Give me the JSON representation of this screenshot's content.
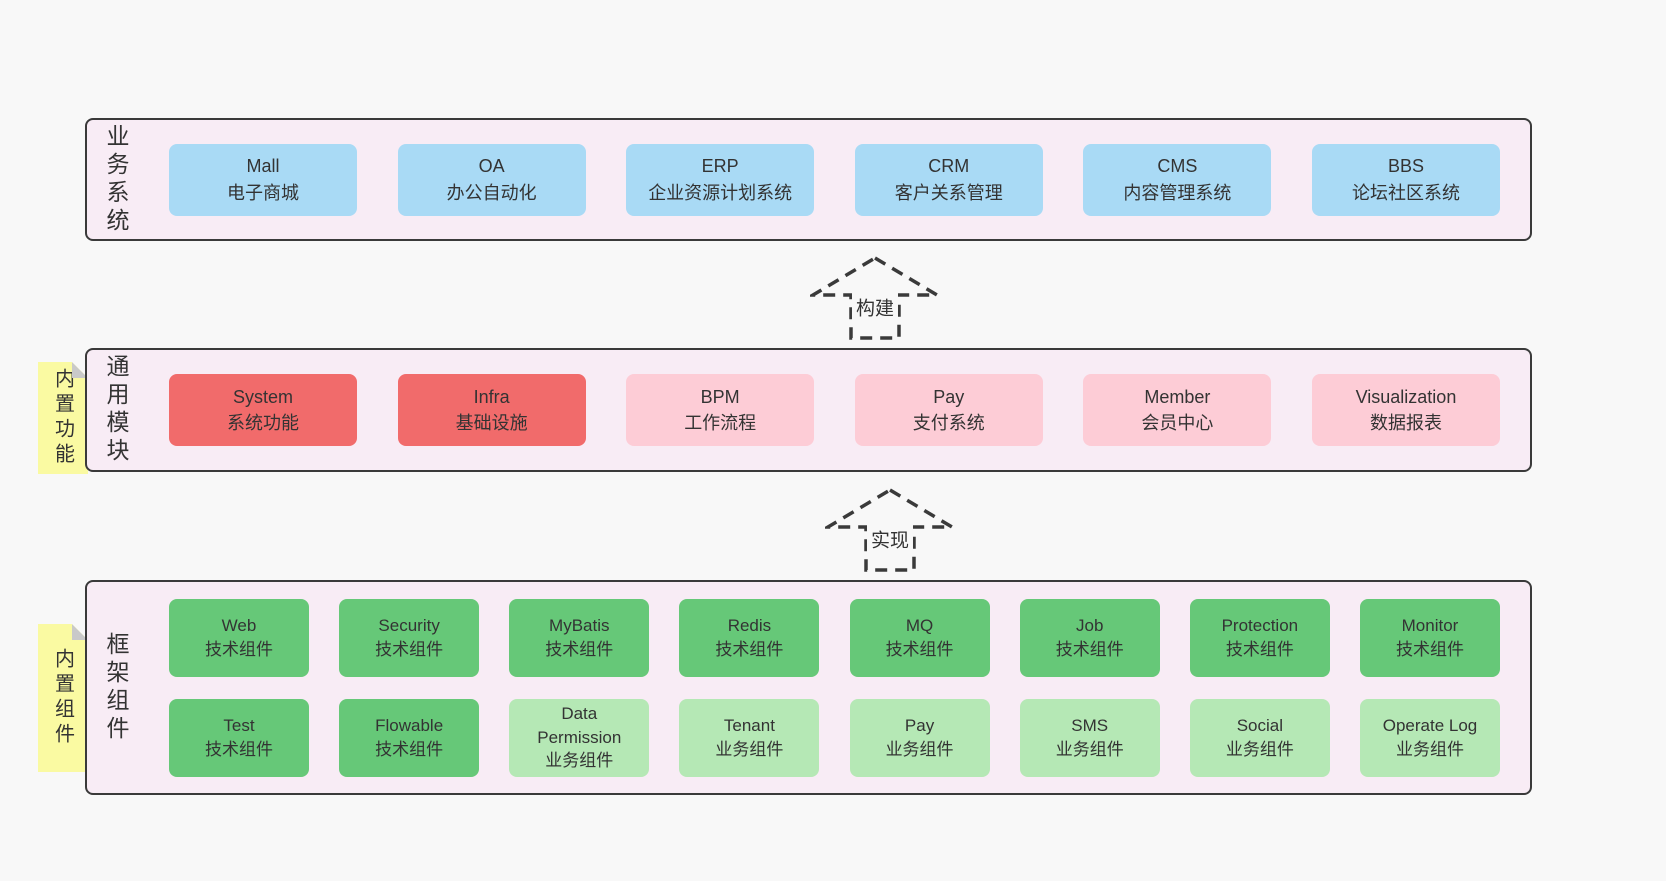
{
  "palette": {
    "page_bg": "#f8f8f8",
    "band_bg": "#f8ecf5",
    "band_border": "#3a3a3a",
    "text": "#333333",
    "blue": "#a9daf5",
    "red": "#f16b6b",
    "pink": "#fdccd6",
    "green": "#66c878",
    "lightgreen": "#b5e8b5",
    "sticky_yellow": "#fafaa2",
    "sticky_fold": "#c9c9c9"
  },
  "arrows": [
    {
      "label": "构建"
    },
    {
      "label": "实现"
    }
  ],
  "bands": [
    {
      "label": "业务系统",
      "rows": [
        [
          {
            "title": "Mall",
            "subtitle": "电子商城",
            "color": "blue"
          },
          {
            "title": "OA",
            "subtitle": "办公自动化",
            "color": "blue"
          },
          {
            "title": "ERP",
            "subtitle": "企业资源计划系统",
            "color": "blue"
          },
          {
            "title": "CRM",
            "subtitle": "客户关系管理",
            "color": "blue"
          },
          {
            "title": "CMS",
            "subtitle": "内容管理系统",
            "color": "blue"
          },
          {
            "title": "BBS",
            "subtitle": "论坛社区系统",
            "color": "blue"
          }
        ]
      ]
    },
    {
      "label": "通用模块",
      "sticky": "内置功能",
      "rows": [
        [
          {
            "title": "System",
            "subtitle": "系统功能",
            "color": "red"
          },
          {
            "title": "Infra",
            "subtitle": "基础设施",
            "color": "red"
          },
          {
            "title": "BPM",
            "subtitle": "工作流程",
            "color": "pink"
          },
          {
            "title": "Pay",
            "subtitle": "支付系统",
            "color": "pink"
          },
          {
            "title": "Member",
            "subtitle": "会员中心",
            "color": "pink"
          },
          {
            "title": "Visualization",
            "subtitle": "数据报表",
            "color": "pink"
          }
        ]
      ]
    },
    {
      "label": "框架组件",
      "sticky": "内置组件",
      "rows": [
        [
          {
            "title": "Web",
            "subtitle": "技术组件",
            "color": "green"
          },
          {
            "title": "Security",
            "subtitle": "技术组件",
            "color": "green"
          },
          {
            "title": "MyBatis",
            "subtitle": "技术组件",
            "color": "green"
          },
          {
            "title": "Redis",
            "subtitle": "技术组件",
            "color": "green"
          },
          {
            "title": "MQ",
            "subtitle": "技术组件",
            "color": "green"
          },
          {
            "title": "Job",
            "subtitle": "技术组件",
            "color": "green"
          },
          {
            "title": "Protection",
            "subtitle": "技术组件",
            "color": "green"
          },
          {
            "title": "Monitor",
            "subtitle": "技术组件",
            "color": "green"
          }
        ],
        [
          {
            "title": "Test",
            "subtitle": "技术组件",
            "color": "green"
          },
          {
            "title": "Flowable",
            "subtitle": "技术组件",
            "color": "green"
          },
          {
            "title": "Data Permission",
            "subtitle": "业务组件",
            "color": "lightgreen"
          },
          {
            "title": "Tenant",
            "subtitle": "业务组件",
            "color": "lightgreen"
          },
          {
            "title": "Pay",
            "subtitle": "业务组件",
            "color": "lightgreen"
          },
          {
            "title": "SMS",
            "subtitle": "业务组件",
            "color": "lightgreen"
          },
          {
            "title": "Social",
            "subtitle": "业务组件",
            "color": "lightgreen"
          },
          {
            "title": "Operate Log",
            "subtitle": "业务组件",
            "color": "lightgreen"
          }
        ]
      ]
    }
  ]
}
